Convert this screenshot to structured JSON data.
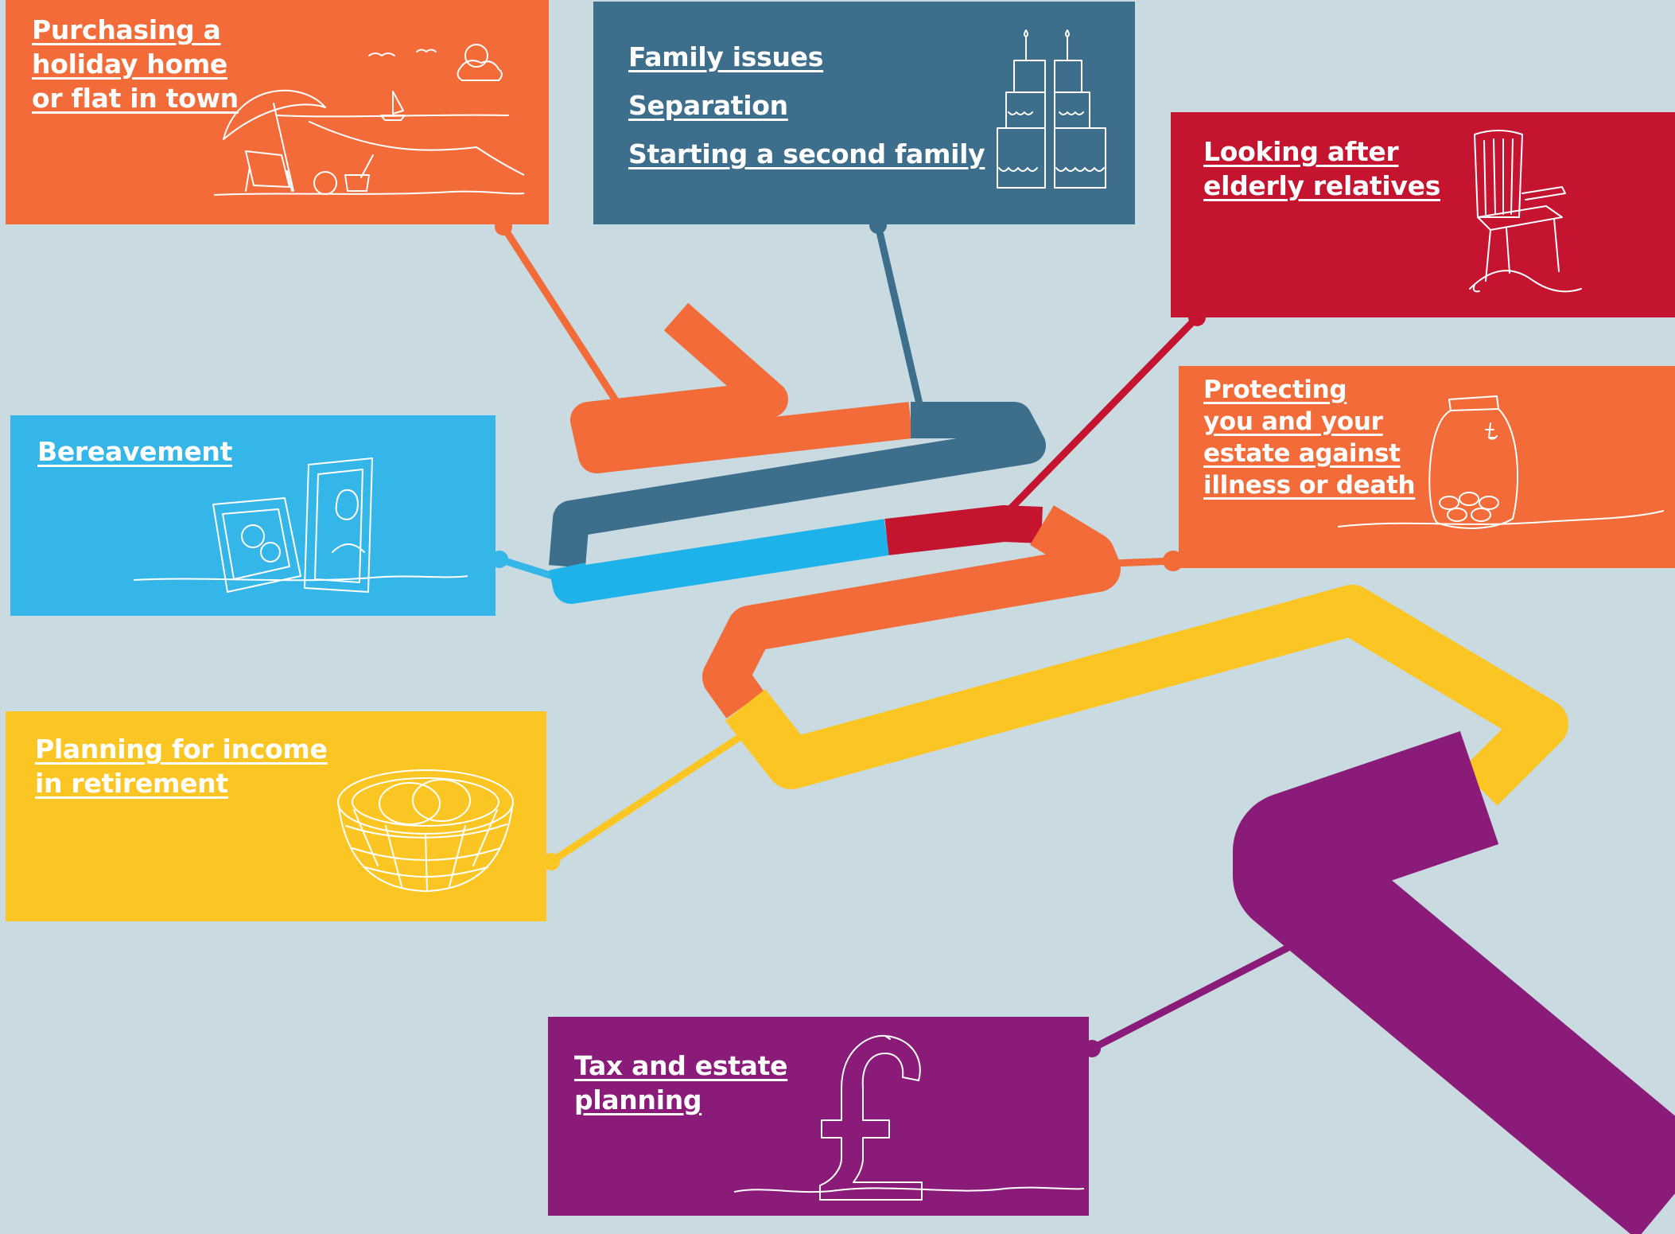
{
  "colors": {
    "background": "#c9dae1",
    "orange": "#f26b38",
    "steel_blue": "#3d6e8c",
    "crimson": "#c4142f",
    "sky_blue": "#35b6e9",
    "yellow": "#fbc623",
    "purple": "#8a1b78"
  },
  "cards": {
    "holiday": {
      "lines": [
        "Purchasing a",
        "holiday home",
        "or flat in town"
      ],
      "icon": "beach-scene-icon"
    },
    "family": {
      "lines": [
        "Family issues",
        "Separation",
        "Starting a second family"
      ],
      "icon": "split-wedding-cake-icon"
    },
    "elderly": {
      "lines": [
        "Looking after",
        "elderly relatives"
      ],
      "icon": "rocking-chair-icon"
    },
    "protecting": {
      "lines": [
        "Protecting",
        "you and your",
        "estate against",
        "illness or death"
      ],
      "icon": "money-jar-icon"
    },
    "bereavement": {
      "lines": [
        "Bereavement"
      ],
      "icon": "photo-frames-icon"
    },
    "retirement": {
      "lines": [
        "Planning for income",
        "in retirement"
      ],
      "icon": "nest-eggs-icon"
    },
    "tax": {
      "lines": [
        "Tax and estate",
        "planning"
      ],
      "icon": "pound-sign-icon"
    }
  },
  "pound_glyph": "£",
  "fraction_glyph": "£"
}
